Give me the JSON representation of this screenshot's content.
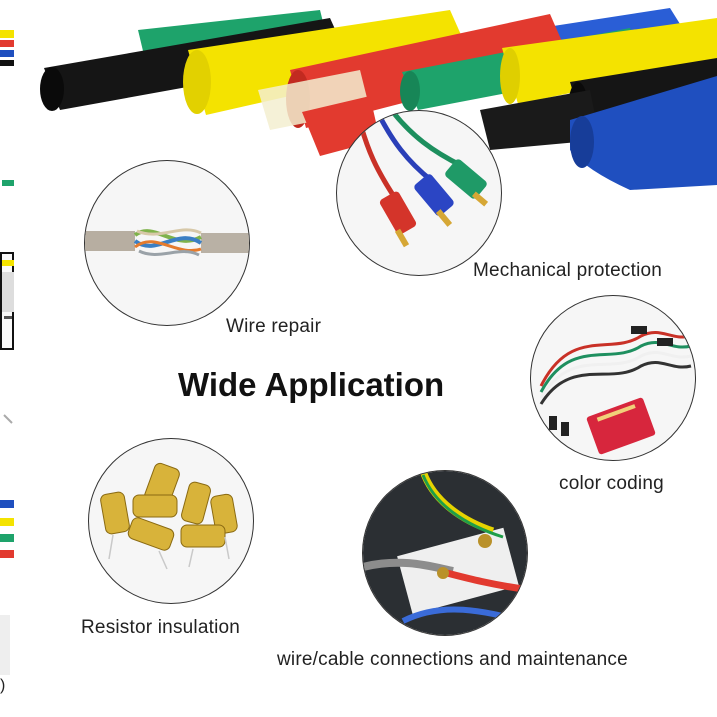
{
  "headline": "Wide Application",
  "captions": {
    "wire_repair": "Wire repair",
    "mechanical_protection": "Mechanical protection",
    "color_coding": "color coding",
    "resistor_insulation": "Resistor insulation",
    "connections": "wire/cable connections and maintenance"
  },
  "thumbnail_strip": {
    "count": 6,
    "selected_index": 2,
    "partial_text": ")"
  },
  "colors": {
    "tube_black": "#111111",
    "tube_green": "#1ea36b",
    "tube_yellow": "#f4e300",
    "tube_red": "#e23a2f",
    "tube_blue": "#1f4fbf"
  }
}
